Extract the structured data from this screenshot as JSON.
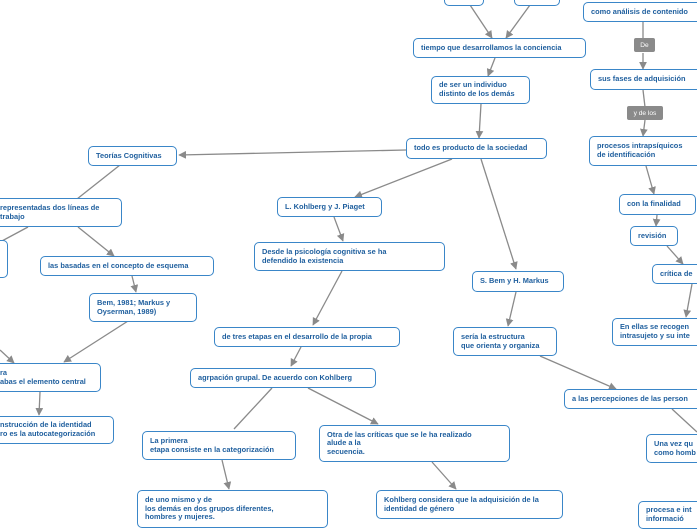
{
  "diagram": {
    "nodes": {
      "n_top1": "",
      "n_top2": "",
      "n_analisis": "como análisis de contenido",
      "n_tiempo": "tiempo que desarrollamos la conciencia",
      "n_fases": "sus fases de adquisición",
      "n_ser": "de ser un individuo\ndistinto de los demás",
      "n_producto": "todo es producto de la sociedad",
      "n_teorias": "Teorías Cognitivas",
      "n_procesos": "procesos intrapsíquicos\nde identificación",
      "n_representadas": "representadas dos líneas de\ntrabajo",
      "n_kohlberg": "L. Kohlberg y J. Piaget",
      "n_finalidad": "con la finalidad",
      "n_revision": "revisión",
      "n_desde": "Desde la psicología cognitiva se ha\ndefendido la existencia",
      "n_basadas": "las basadas en el concepto de esquema",
      "n_critica": "crítica de",
      "n_bem": "S. Bem y H. Markus",
      "n_bem81": "Bem, 1981; Markus y\nOyserman, 1989)",
      "n_ellas": "En ellas se recogen\nintrasujeto y su inte",
      "n_tres": "de tres etapas en el desarrollo de la propia",
      "n_estructura": "sería la estructura\nque orienta y organiza",
      "n_ra": "ra\nabas el elemento central",
      "n_agrupacion": "agrpación grupal. De acuerdo con Kohlberg",
      "n_percepciones": "a las percepciones de las person",
      "n_construccion": "nstrucción de la identidad\nro es la autocategorización",
      "n_primera": "La primera\netapa consiste en la categorización",
      "n_otra": "Otra de las críticas que se le ha realizado\nalude a la\nsecuencia.",
      "n_unavez": "Una vez qu\ncomo homb",
      "n_demas": "de uno mismo y de\nlos demás en dos grupos diferentes,\nhombres y mujeres.",
      "n_considera": "Kohlberg considera que la adquisición de la\nidentidad de género",
      "n_procesa": "procesa e int\ninformació",
      "n_left1": ""
    },
    "links": {
      "l_de": "De",
      "l_ydelos": "y de los"
    }
  }
}
